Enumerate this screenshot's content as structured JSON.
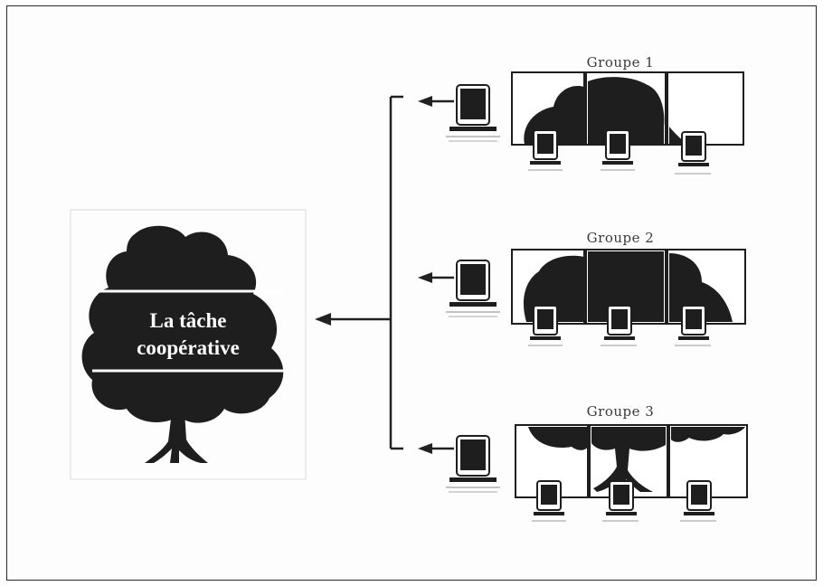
{
  "main_tree": {
    "label_line1": "La tâche",
    "label_line2": "coopérative"
  },
  "groups": [
    {
      "label": "Groupe 1"
    },
    {
      "label": "Groupe 2"
    },
    {
      "label": "Groupe 3"
    }
  ],
  "colors": {
    "ink": "#1e1e1e",
    "frame": "#2a2a2a",
    "background": "#ffffff"
  }
}
